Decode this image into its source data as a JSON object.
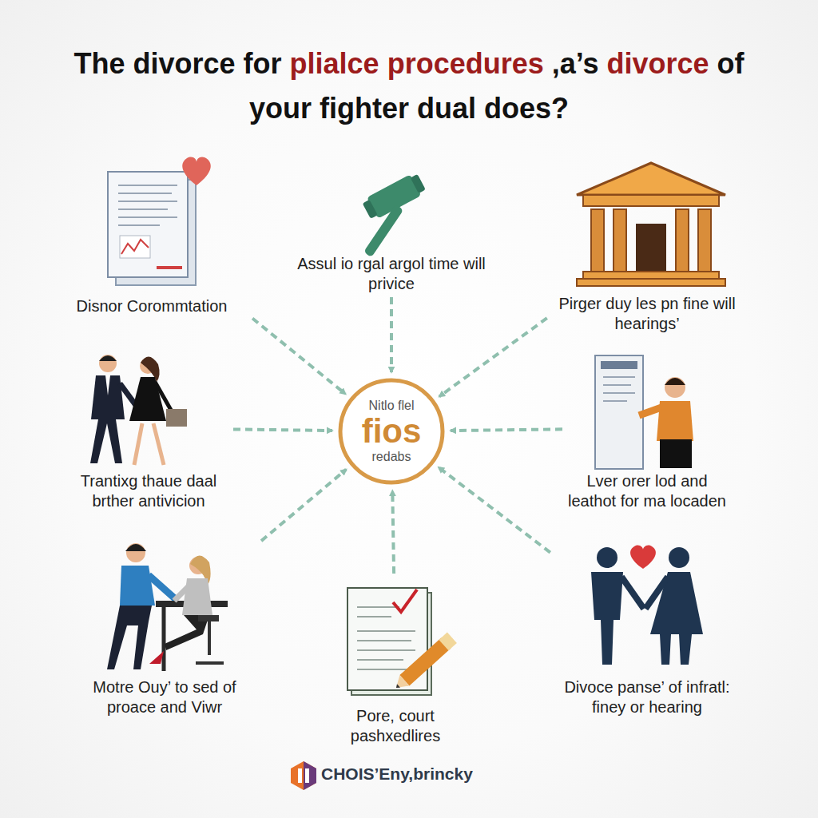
{
  "diagram": {
    "title": "The divorce for plialce procedures ,a’s divorce of your fighter dual does?",
    "nodes": [
      {
        "text": [
          "Disnor Corommtation"
        ]
      },
      {
        "text": [
          "Assul io rgal argol time will privice"
        ]
      },
      {
        "text": [
          "Pirger duy les pn fine will hearings’"
        ]
      },
      {
        "text": [
          "Trantixg thaue daal brther antivicion"
        ]
      },
      {
        "text": [
          "Nitlo flel",
          "fios",
          "redabs"
        ]
      },
      {
        "text": [
          "Lver orer lod and leathot for ma locaden"
        ]
      },
      {
        "text": [
          "Motre Ouy’ to sed of proace and Viwr"
        ]
      },
      {
        "text": [
          "Pore, court pashxedlires"
        ]
      },
      {
        "text": [
          "Divoce panse’ of infratl: finey or hearing"
        ]
      }
    ],
    "edges": [
      {
        "from": 0,
        "to": 4,
        "arrow": "to"
      },
      {
        "from": 1,
        "to": 4,
        "arrow": "to"
      },
      {
        "from": 2,
        "to": 4,
        "arrow": "to"
      },
      {
        "from": 3,
        "to": 4,
        "arrow": "to"
      },
      {
        "from": 5,
        "to": 4,
        "arrow": "to"
      },
      {
        "from": 6,
        "to": 4,
        "arrow": "to"
      },
      {
        "from": 7,
        "to": 4,
        "arrow": "to"
      },
      {
        "from": 8,
        "to": 4,
        "arrow": "to"
      }
    ],
    "labels": [
      "CHOIS’Eny,brincky"
    ]
  }
}
